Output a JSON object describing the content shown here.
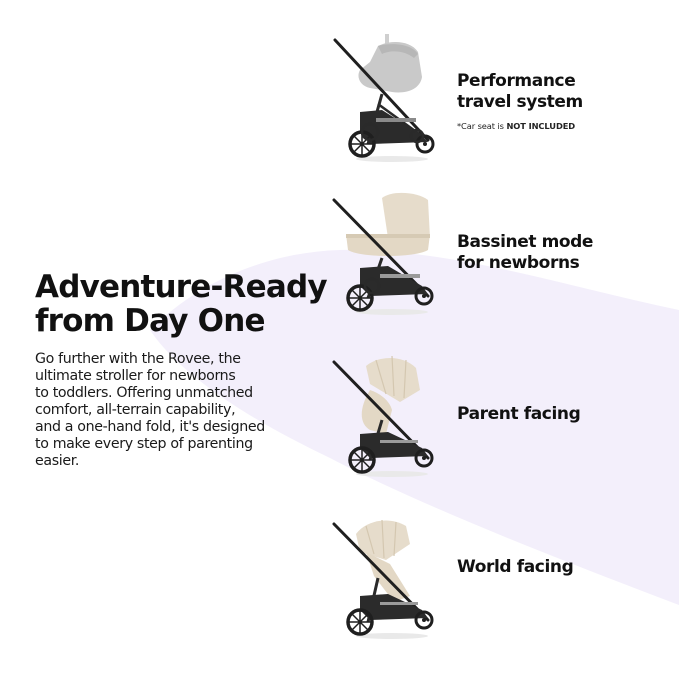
{
  "colors": {
    "background": "#ffffff",
    "accent_blob": "#f3effb",
    "text": "#111111",
    "fabric_beige": "#e6dccb",
    "car_seat_gray": "#c8c8c8",
    "frame_black": "#1f1f1f"
  },
  "hero": {
    "heading_line1": "Adventure-Ready",
    "heading_line2": "from Day One",
    "body_lines": [
      "Go further with the Rovee, the",
      "ultimate stroller for newborns",
      "to toddlers. Offering unmatched",
      "comfort, all-terrain capability,",
      "and a one-hand fold, it's designed",
      "to make every step of parenting",
      "easier."
    ]
  },
  "modes": [
    {
      "label_line1": "Performance",
      "label_line2": "travel system",
      "note_prefix": "*Car seat is ",
      "note_emphasis": "NOT INCLUDED",
      "image": "stroller-with-car-seat"
    },
    {
      "label_line1": "Bassinet mode",
      "label_line2": "for newborns",
      "image": "stroller-bassinet"
    },
    {
      "label_line1": "Parent facing",
      "image": "stroller-parent-facing"
    },
    {
      "label_line1": "World facing",
      "image": "stroller-world-facing"
    }
  ]
}
